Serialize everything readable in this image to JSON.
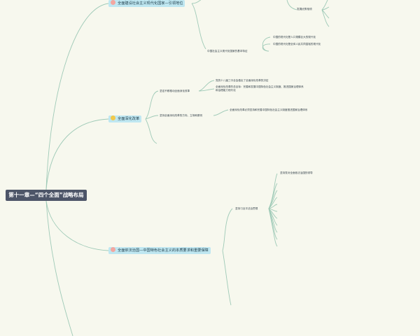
{
  "root": "第十一章—“四个全面”战略布局",
  "branches": {
    "b1": "全面建设社会主义现代化国家—引领地位",
    "b2": "全面深化改革",
    "b3": "全面依法治国—中国特色社会主义的本质要求和重要保障"
  },
  "subs": {
    "s1": "发展优势相领",
    "s2": "中国社会主义现代化国家的基本特征",
    "s2a": "中国的现代化是人口规模巨大的现代化",
    "s2b": "中国的现代化是全体人民共同富裕的现代化",
    "s3": "坚定不移推动全面深化改革",
    "s3a": "党的十八届三中全会做出了全面深化改革的决定",
    "s3b1": "全面深化改革的总目标：完善和发展中国特色社会主义制度、推进国家治理体系",
    "s3b2": "和治理能力现代化",
    "s4": "坚持全面深化改革的方向、立场和原则",
    "s4a": "全面深化改革必须坚持和完善中国特色社会主义制度推进国家治理体系",
    "s5": "坚持习近平法治思想",
    "s5a": "坚持党对全面依法治国的领导"
  },
  "icons": [
    "flag-icon",
    "sun-icon",
    "flag-icon"
  ],
  "colors": {
    "line": "#9fcab7",
    "root": "#4d5568",
    "branch": "#bfe7f1"
  }
}
